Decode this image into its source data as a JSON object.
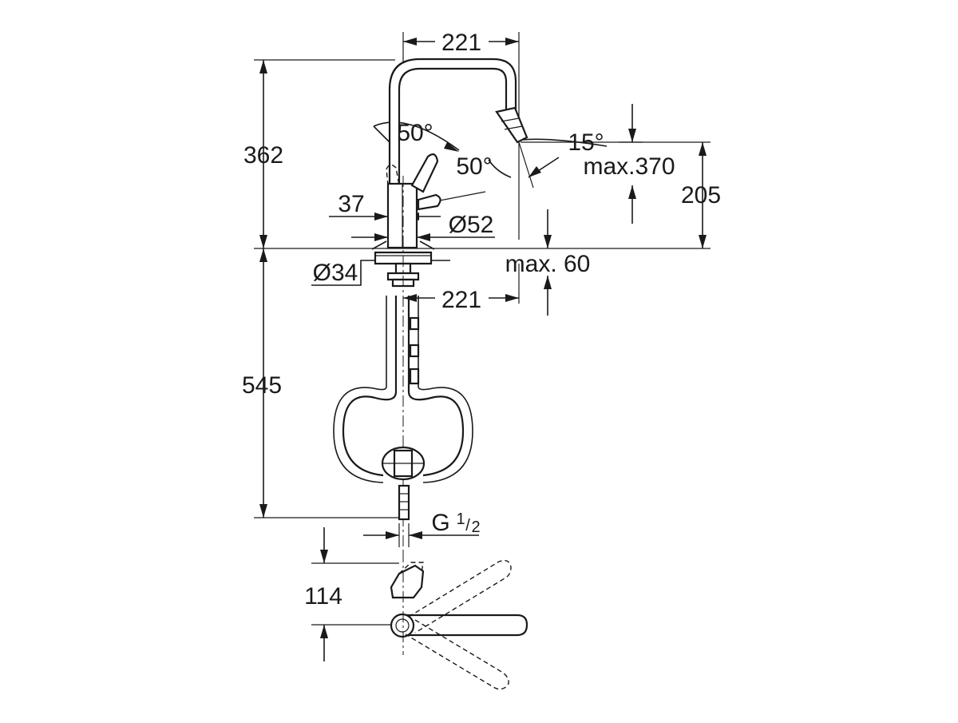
{
  "dimensions": {
    "spout_reach_top": "221",
    "total_height": "362",
    "lever_angle_top": "50°",
    "lever_angle_side": "50°",
    "spray_angle": "15°",
    "max_outlet_height": "max.370",
    "outlet_height": "205",
    "lever_offset": "37",
    "body_diameter": "Ø52",
    "shank_diameter": "Ø34",
    "max_deck_thickness": "max. 60",
    "spout_reach_bottom": "221",
    "hose_length": "545",
    "connection_thread": "G",
    "connection_thread_num": "1",
    "connection_thread_den": "2",
    "top_view_depth": "114"
  }
}
